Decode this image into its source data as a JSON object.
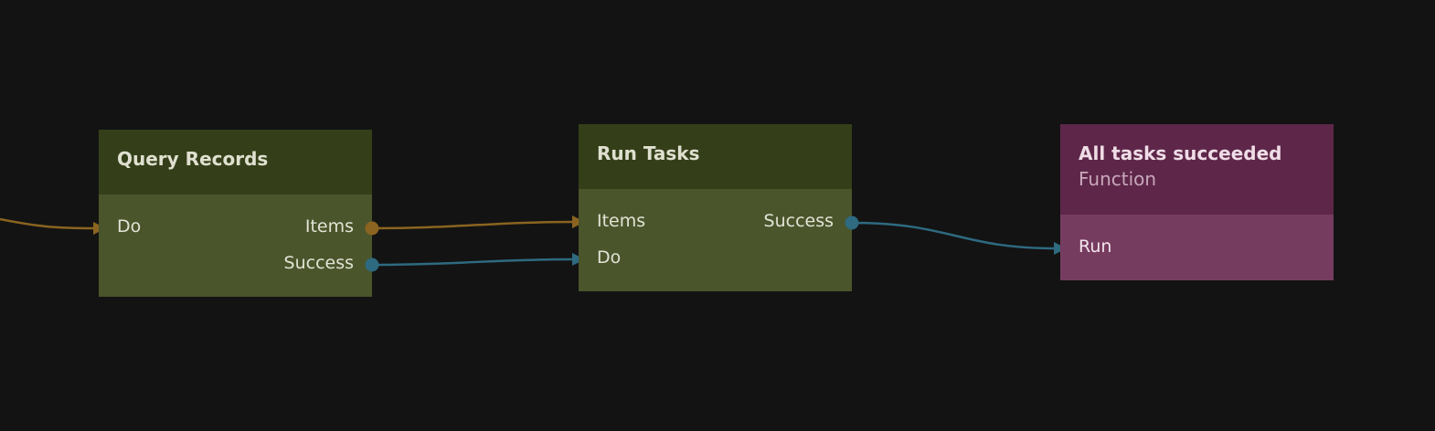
{
  "colors": {
    "background": "#131313",
    "flow_wire": "#8a6420",
    "success_wire": "#2e6a80",
    "action_node_header": "#343f19",
    "action_node_body": "#4a552b",
    "function_node_header": "#5e2749",
    "function_node_body": "#763c5f"
  },
  "nodes": [
    {
      "title": "Query Records",
      "inputs": [
        "Do"
      ],
      "outputs": [
        "Items",
        "Success"
      ]
    },
    {
      "title": "Run Tasks",
      "inputs": [
        "Items",
        "Do"
      ],
      "outputs": [
        "Success"
      ]
    },
    {
      "title": "All tasks succeeded",
      "subtitle": "Function",
      "inputs": [
        "Run"
      ],
      "outputs": []
    }
  ],
  "connections": [
    {
      "from": "(offscreen)",
      "to": "Query Records.Do",
      "color": "#8a6420"
    },
    {
      "from": "Query Records.Items",
      "to": "Run Tasks.Items",
      "color": "#8a6420"
    },
    {
      "from": "Query Records.Success",
      "to": "Run Tasks.Do",
      "color": "#2e6a80"
    },
    {
      "from": "Run Tasks.Success",
      "to": "All tasks succeeded.Run",
      "color": "#2e6a80"
    }
  ]
}
